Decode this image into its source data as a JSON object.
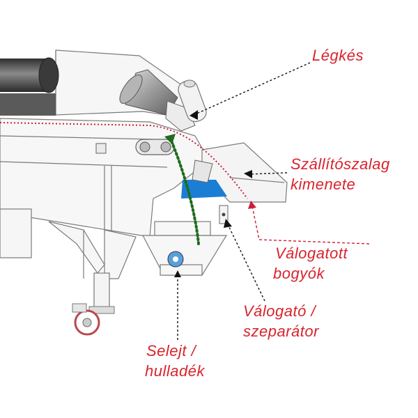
{
  "labels": {
    "air_knife": "Légkés",
    "conveyor_outlet_1": "Szállítószalag",
    "conveyor_outlet_2": "kimenete",
    "sorted_berries_1": "Válogatott",
    "sorted_berries_2": "bogyók",
    "sorter_1": "Válogató /",
    "sorter_2": "szeparátor",
    "reject_1": "Selejt /",
    "reject_2": "hulladék"
  },
  "colors": {
    "label": "#d9232d",
    "machine_line": "#7a7a7a",
    "machine_fill": "#f6f6f6",
    "dark_part": "#4a4a4a",
    "blue_panel": "#1a7fd4",
    "green_path": "#1f6b1f",
    "red_path": "#cc1f3a",
    "leader": "#111111"
  }
}
